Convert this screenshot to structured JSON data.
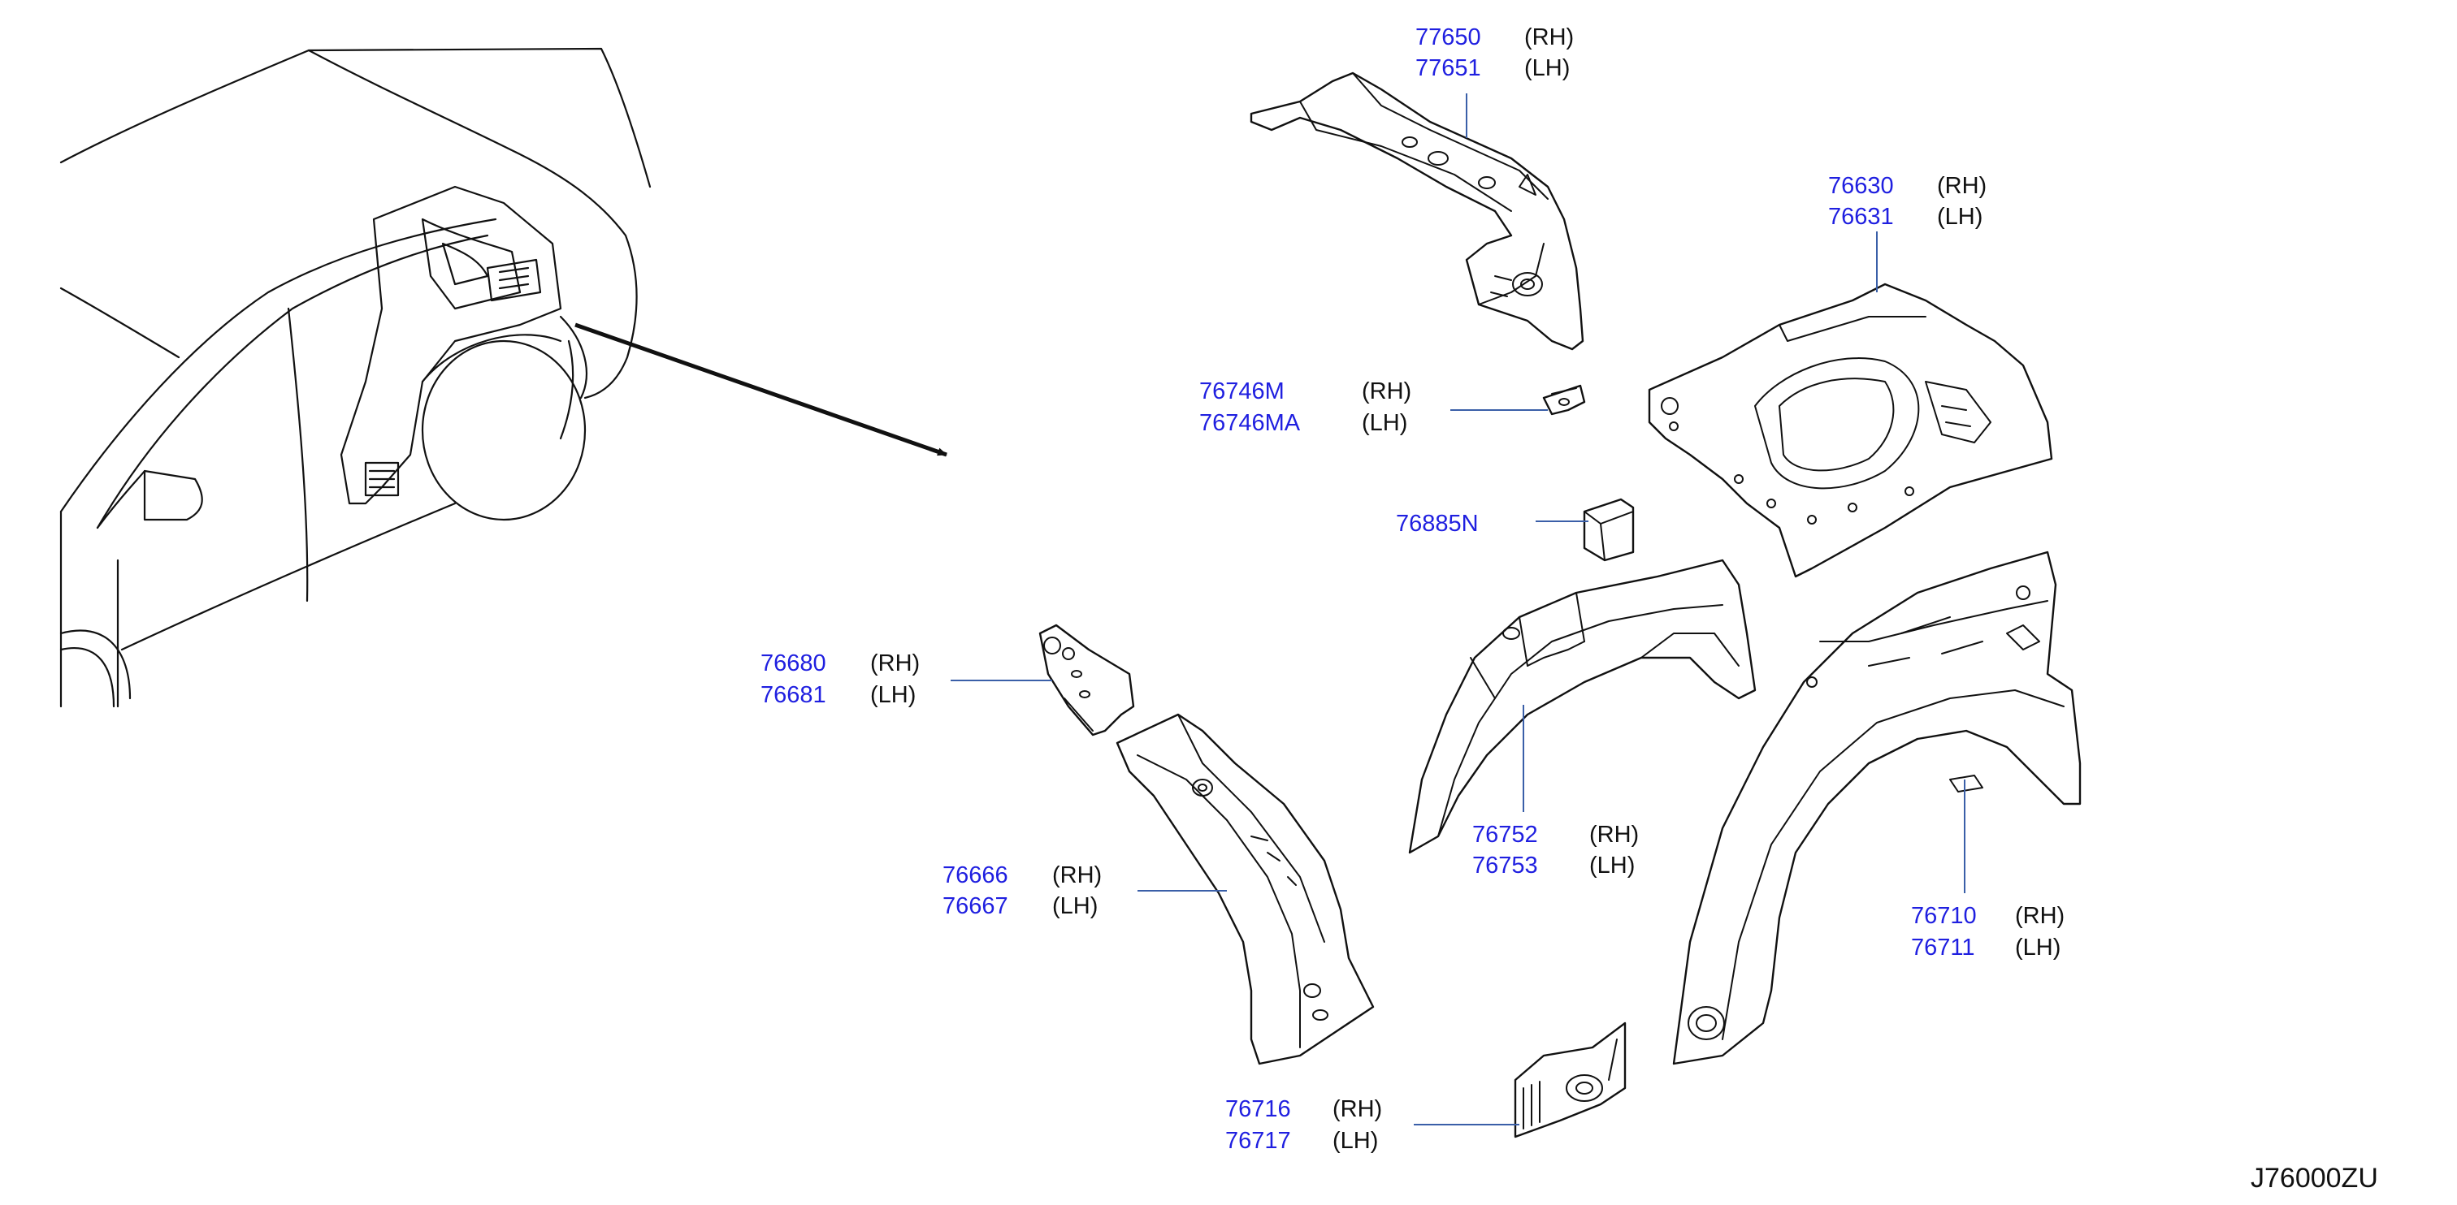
{
  "diagram_code": "J76000ZU",
  "callouts": [
    {
      "numbers": [
        "77650",
        "77651"
      ],
      "sides": [
        "(RH)",
        "(LH)"
      ]
    },
    {
      "numbers": [
        "76630",
        "76631"
      ],
      "sides": [
        "(RH)",
        "(LH)"
      ]
    },
    {
      "numbers": [
        "76746M",
        "76746MA"
      ],
      "sides": [
        "(RH)",
        "(LH)"
      ]
    },
    {
      "numbers": [
        "76885N"
      ],
      "sides": []
    },
    {
      "numbers": [
        "76680",
        "76681"
      ],
      "sides": [
        "(RH)",
        "(LH)"
      ]
    },
    {
      "numbers": [
        "76752",
        "76753"
      ],
      "sides": [
        "(RH)",
        "(LH)"
      ]
    },
    {
      "numbers": [
        "76666",
        "76667"
      ],
      "sides": [
        "(RH)",
        "(LH)"
      ]
    },
    {
      "numbers": [
        "76710",
        "76711"
      ],
      "sides": [
        "(RH)",
        "(LH)"
      ]
    },
    {
      "numbers": [
        "76716",
        "76717"
      ],
      "sides": [
        "(RH)",
        "(LH)"
      ]
    }
  ]
}
